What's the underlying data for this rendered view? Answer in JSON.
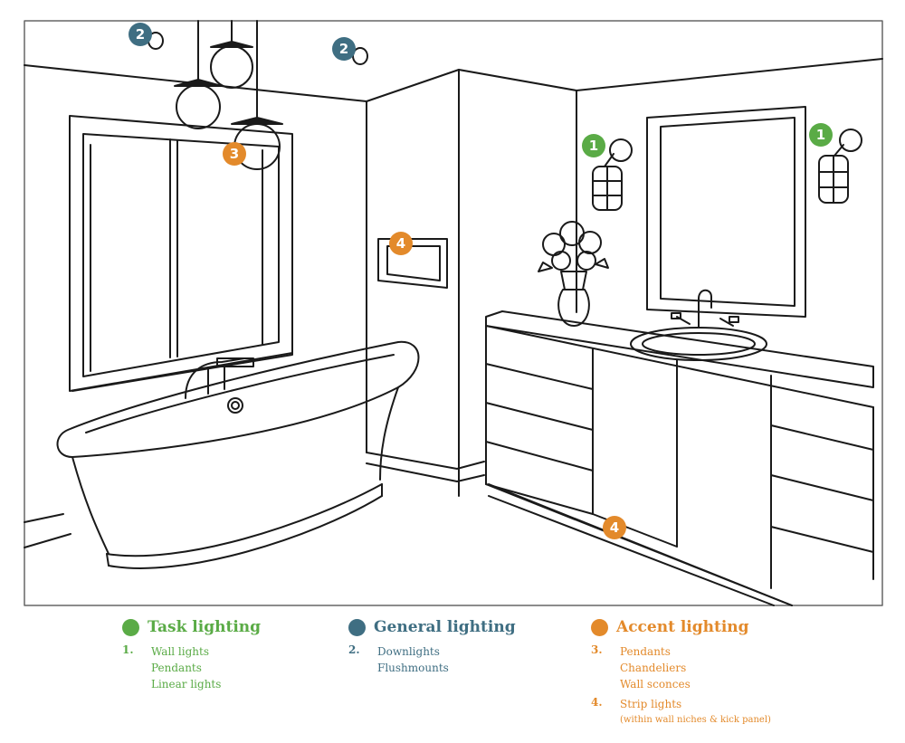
{
  "colors": {
    "task": "#5aab46",
    "general": "#3f6e82",
    "accent": "#e38a2b",
    "line": "#1a1a1a"
  },
  "markers": {
    "downlight_a": "2",
    "downlight_b": "2",
    "pendant": "3",
    "sconce_left": "1",
    "sconce_right": "1",
    "niche": "4",
    "kick_panel": "4"
  },
  "legend": {
    "task": {
      "title": "Task lighting",
      "number": "1.",
      "items": [
        "Wall lights",
        "Pendants",
        "Linear lights"
      ]
    },
    "general": {
      "title": "General lighting",
      "number": "2.",
      "items": [
        "Downlights",
        "Flushmounts"
      ]
    },
    "accent": {
      "title": "Accent lighting",
      "number": "3.",
      "items": [
        "Pendants",
        "Chandeliers",
        "Wall sconces"
      ],
      "number_b": "4.",
      "items_b": [
        "Strip lights"
      ],
      "note": "(within wall niches & kick panel)"
    }
  }
}
